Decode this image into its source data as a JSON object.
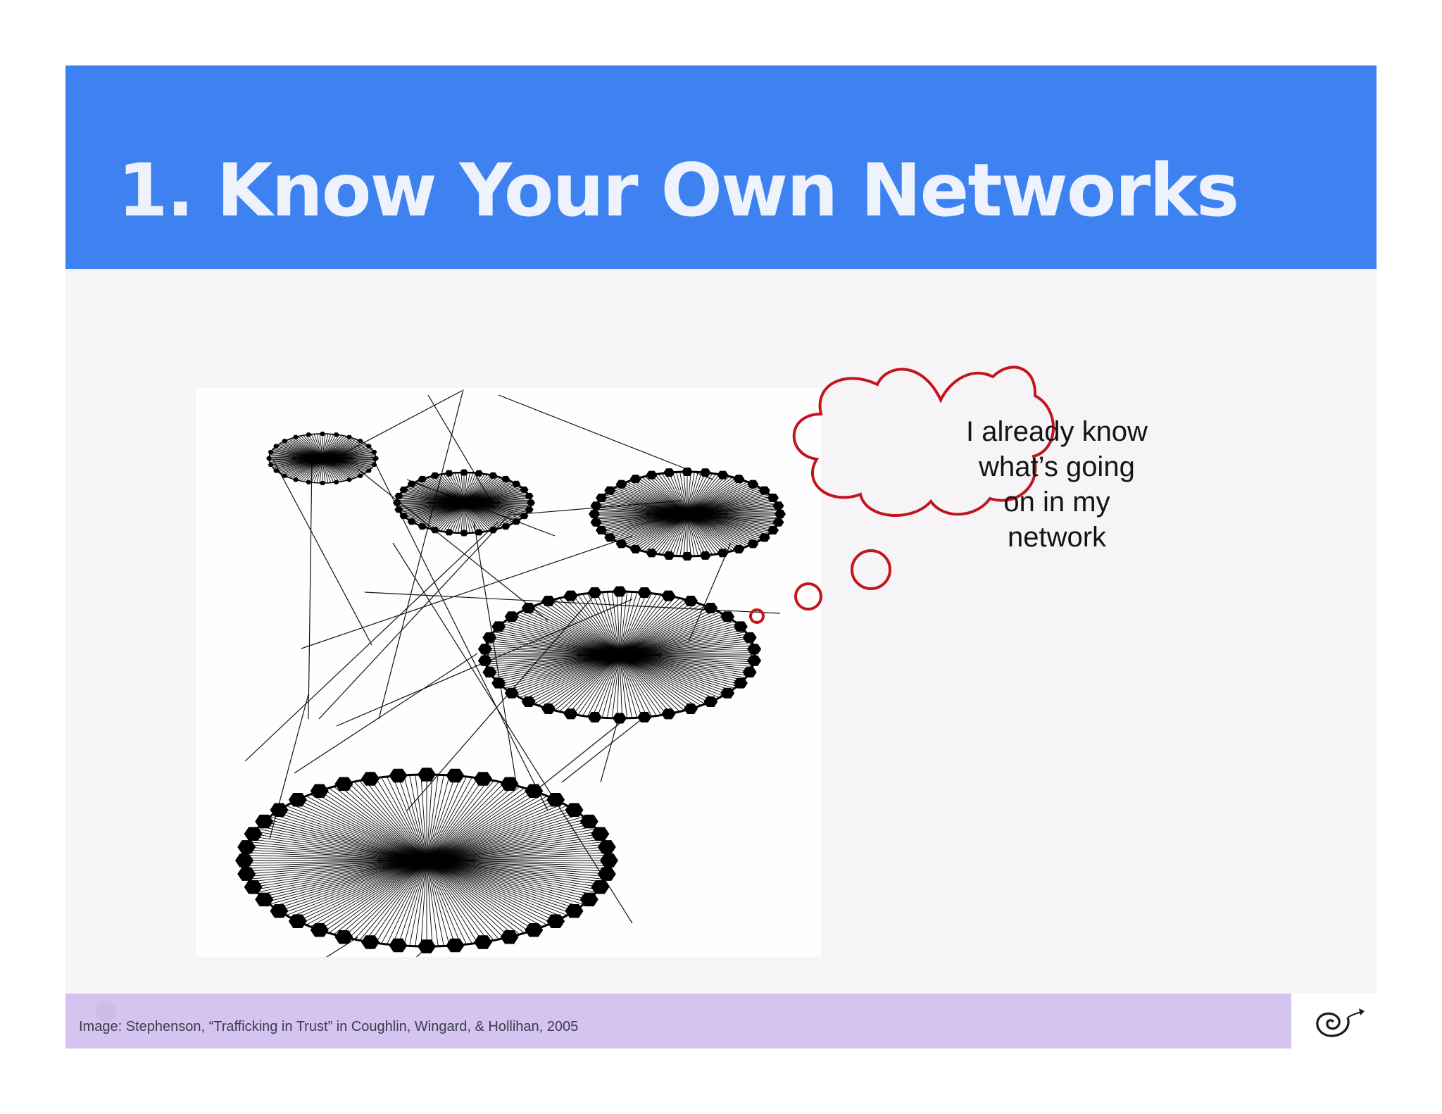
{
  "slide": {
    "title": "1. Know Your Own Networks",
    "thought_bubble": {
      "lines": [
        "I already know",
        "what’s going",
        "on in my",
        "network"
      ]
    },
    "caption": "Image: Stephenson, “Trafficking in Trust” in Coughlin, Wingard, & Hollihan, 2005"
  },
  "colors": {
    "title_bar": "#3d82f0",
    "title_text": "#eef2fc",
    "slide_background": "#f7f4f8",
    "footer_bar": "#d4c4ef",
    "thought_bubble_outline": "#c0161c"
  },
  "network_diagram": {
    "hubs": [
      {
        "id": "hub-a",
        "nodes": 24
      },
      {
        "id": "hub-b",
        "nodes": 28
      },
      {
        "id": "hub-c",
        "nodes": 32
      },
      {
        "id": "hub-d",
        "nodes": 34
      },
      {
        "id": "hub-e",
        "nodes": 40
      }
    ]
  },
  "icons": {
    "logo": "spiral-logo-icon"
  }
}
